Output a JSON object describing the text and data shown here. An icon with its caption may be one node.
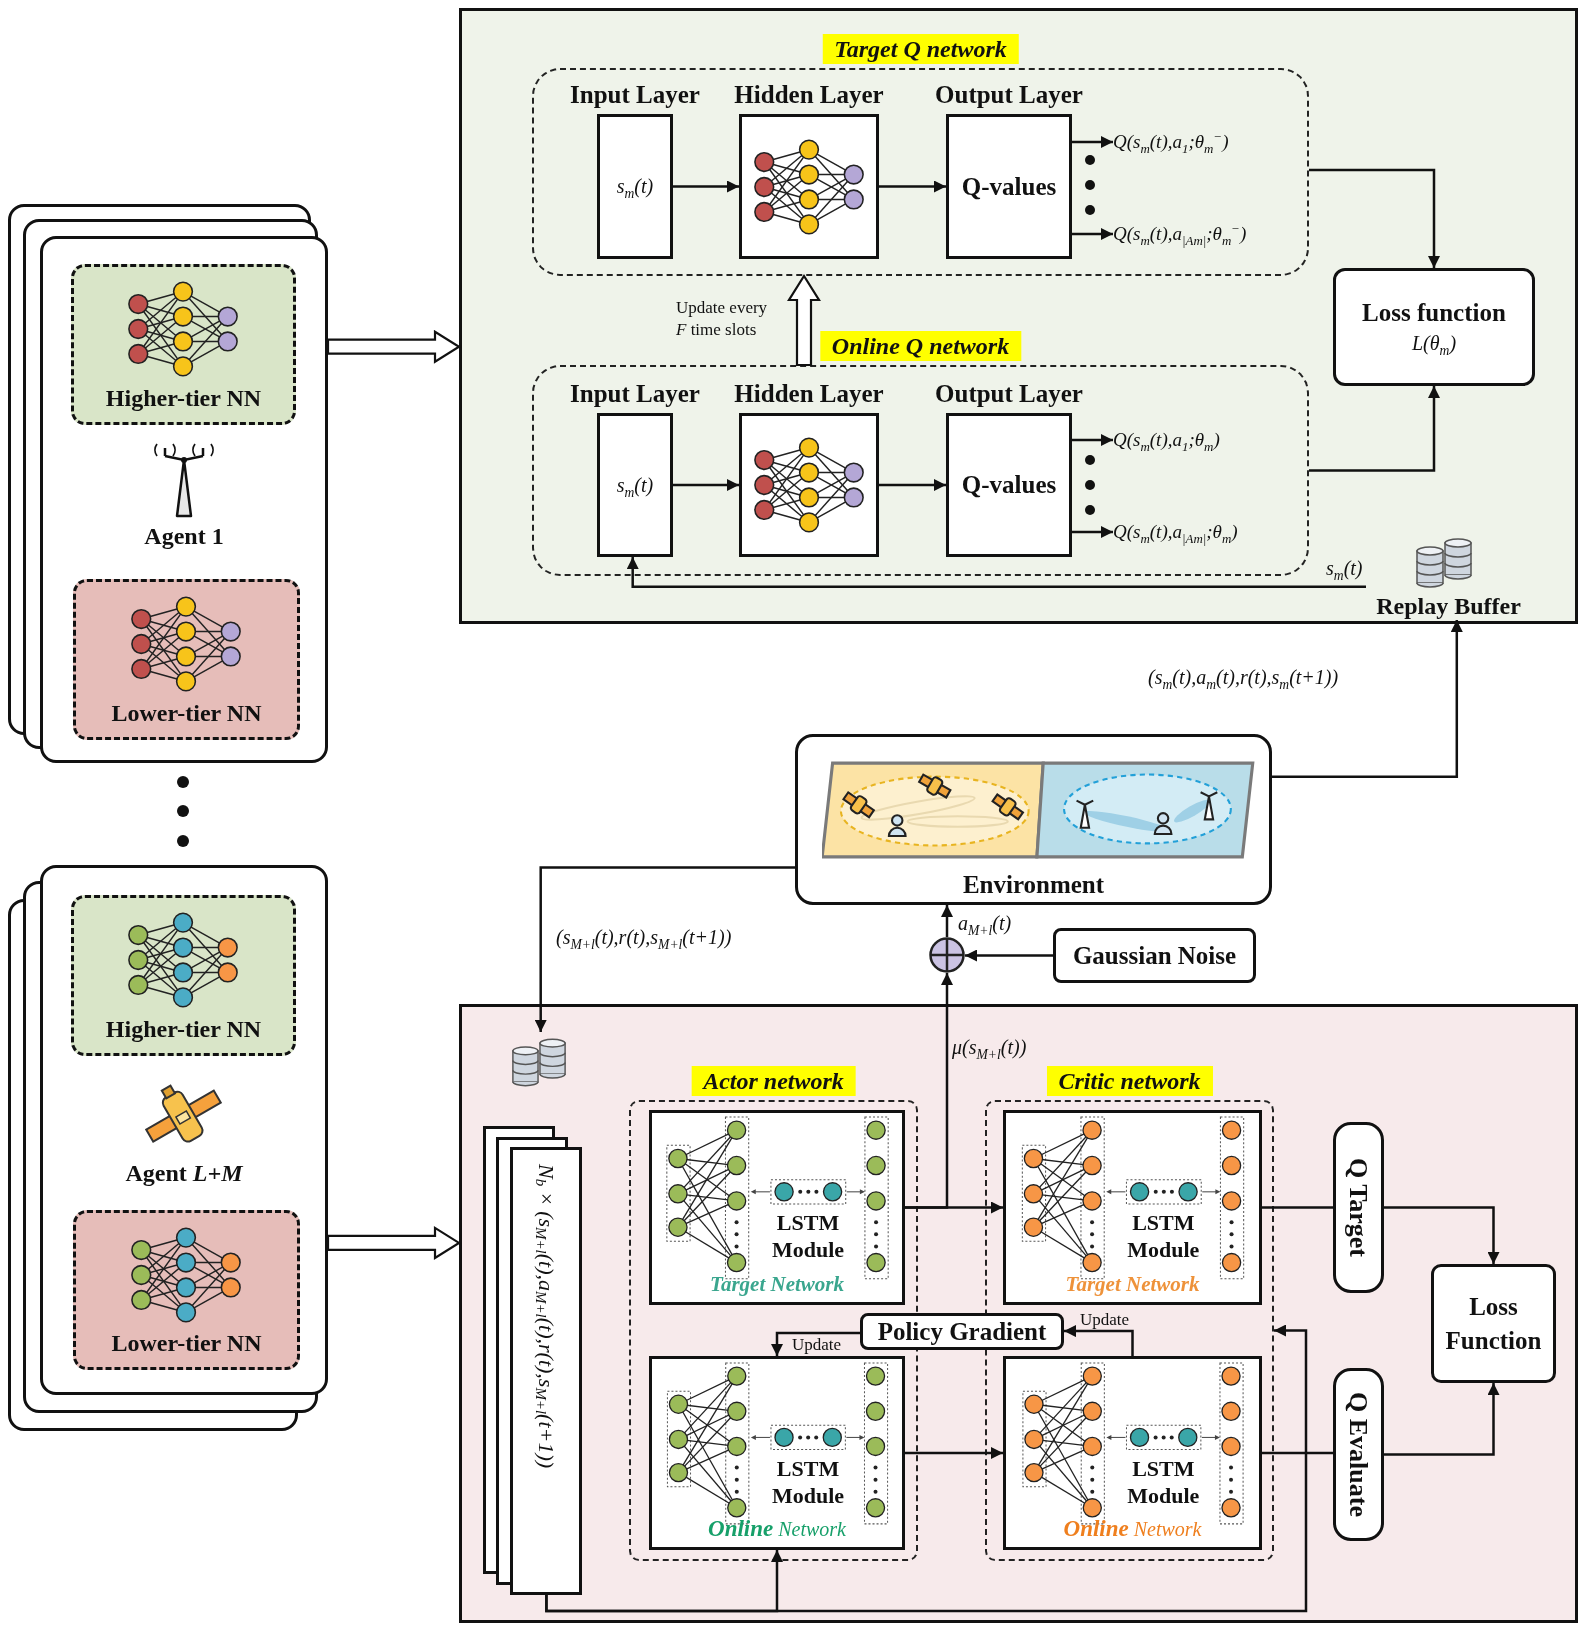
{
  "diagram": {
    "nodes": [
      {
        "text": [],
        "shape": "box"
      },
      {
        "text": [
          "Target Q network"
        ],
        "in": 0
      },
      {
        "text": [
          "Input Layer",
          "s$_{m}$(t)"
        ],
        "in": 1
      },
      {
        "text": [
          "Hidden Layer"
        ],
        "in": 1
      },
      {
        "text": [
          "Output Layer",
          "Q-values"
        ],
        "in": 1
      },
      {
        "text": [
          "Q(s$_{m}$(t),a$_{1}$;θ$_{m}$$^{−}$)"
        ],
        "in": 1
      },
      {
        "text": [
          "Q(s$_{m}$(t),a$_{|Am|}$;θ$_{m}$$^{−}$)"
        ],
        "in": 1
      },
      {
        "text": [
          "Online Q network"
        ],
        "in": 0
      },
      {
        "text": [
          "Input Layer",
          "s$_{m}$(t)"
        ],
        "in": 7
      },
      {
        "text": [
          "Hidden Layer"
        ],
        "in": 7
      },
      {
        "text": [
          "Output Layer",
          "Q-values"
        ],
        "in": 7
      },
      {
        "text": [
          "Q(s$_{m}$(t),a$_{1}$;θ$_{m}$)"
        ],
        "in": 7
      },
      {
        "text": [
          "Q(s$_{m}$(t),a$_{|Am|}$;θ$_{m}$)"
        ],
        "in": 7
      },
      {
        "text": [
          "Loss function",
          "L(θ$_{m}$)"
        ],
        "in": 0
      },
      {
        "text": [
          "Replay Buffer"
        ],
        "in": 0
      },
      {
        "text": [
          "Environment"
        ]
      },
      {
        "text": [],
        "shape": "circle"
      },
      {
        "text": [
          "Gaussian Noise"
        ]
      },
      {
        "text": [],
        "shape": "box"
      },
      {
        "text": [],
        "shape": "cylinder",
        "in": 18
      },
      {
        "text": [
          "N$_{b}$×(s$_{M+l}$(t),a$_{M+l}$(t),r(t),s$_{M+l}$(t+1))"
        ],
        "in": 18
      },
      {
        "text": [
          "Actor network"
        ],
        "in": 18
      },
      {
        "text": [
          "LSTM Module",
          "Target Network"
        ],
        "in": 21
      },
      {
        "text": [
          "LSTM Module",
          "**Online** Network"
        ],
        "in": 21
      },
      {
        "text": [
          "Critic network"
        ],
        "in": 18
      },
      {
        "text": [
          "LSTM Module",
          "Target Network"
        ],
        "in": 24
      },
      {
        "text": [
          "LSTM Module",
          "**Online** Network"
        ],
        "in": 24
      },
      {
        "text": [
          "Policy Gradient"
        ],
        "in": 18
      },
      {
        "text": [
          "Q Target"
        ],
        "in": 18
      },
      {
        "text": [
          "Q Evaluate"
        ],
        "in": 18
      },
      {
        "text": [
          "Loss Function"
        ],
        "in": 18
      },
      {
        "text": [
          "Agent 1"
        ]
      },
      {
        "text": [
          "Higher-tier NN"
        ],
        "in": 31
      },
      {
        "text": [
          "Lower-tier NN"
        ],
        "in": 31
      },
      {
        "text": [
          "Agent *L+M*"
        ]
      },
      {
        "text": [
          "Higher-tier NN"
        ],
        "in": 34
      },
      {
        "text": [
          "Lower-tier NN"
        ],
        "in": 34
      }
    ],
    "edges": [
      {
        "from": 2,
        "to": 3,
        "arrow": "to"
      },
      {
        "from": 3,
        "to": 4,
        "arrow": "to"
      },
      {
        "from": 4,
        "to": 5,
        "arrow": "to"
      },
      {
        "from": 4,
        "to": 6,
        "arrow": "to"
      },
      {
        "from": 8,
        "to": 9,
        "arrow": "to"
      },
      {
        "from": 9,
        "to": 10,
        "arrow": "to"
      },
      {
        "from": 10,
        "to": 11,
        "arrow": "to"
      },
      {
        "from": 10,
        "to": 12,
        "arrow": "to"
      },
      {
        "from": 1,
        "to": 13,
        "arrow": "to"
      },
      {
        "from": 7,
        "to": 13,
        "arrow": "to"
      },
      {
        "from": 14,
        "to": 8,
        "arrow": "to",
        "label": "s$_{m}$(t)"
      },
      {
        "from": 7,
        "to": 1,
        "arrow": "to",
        "style": "thick",
        "label": "Update every *F* time slots"
      },
      {
        "from": 15,
        "to": 14,
        "arrow": "to",
        "label": "(s$_{m}$(t),a$_{m}$(t),r(t),s$_{m}$(t+1))"
      },
      {
        "from": 15,
        "to": 19,
        "arrow": "to",
        "label": "(s$_{M+l}$(t),r(t),s$_{M+l}$(t+1))"
      },
      {
        "from": 16,
        "to": 15,
        "arrow": "to",
        "label": "a$_{M+l}$(t)"
      },
      {
        "from": 17,
        "to": 16,
        "arrow": "to"
      },
      {
        "from": 22,
        "to": 16,
        "arrow": "to",
        "label": "μ(s$_{M+l}$(t))"
      },
      {
        "from": 22,
        "to": 25,
        "arrow": "to"
      },
      {
        "from": 23,
        "to": 26,
        "arrow": "to"
      },
      {
        "from": 27,
        "to": 23,
        "arrow": "to",
        "label": "Update"
      },
      {
        "from": 26,
        "to": 27,
        "arrow": "to",
        "label": "Update"
      },
      {
        "from": 25,
        "to": 28,
        "arrow": "none"
      },
      {
        "from": 28,
        "to": 30,
        "arrow": "to"
      },
      {
        "from": 26,
        "to": 29,
        "arrow": "none"
      },
      {
        "from": 29,
        "to": 30,
        "arrow": "to"
      },
      {
        "from": 20,
        "to": 23,
        "arrow": "to"
      },
      {
        "from": 20,
        "to": 24,
        "arrow": "to"
      },
      {
        "from": 31,
        "to": 0,
        "arrow": "to",
        "style": "thick"
      },
      {
        "from": 34,
        "to": 18,
        "arrow": "to",
        "style": "thick"
      }
    ]
  }
}
